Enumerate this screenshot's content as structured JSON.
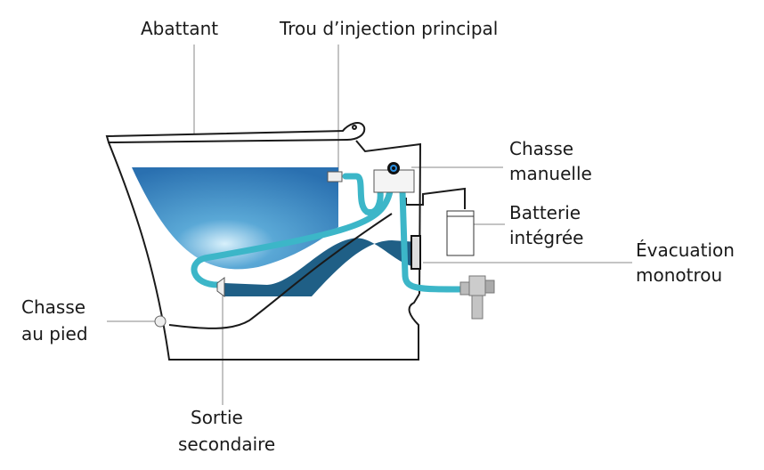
{
  "labels": {
    "abattant": "Abattant",
    "trou_injection": "Trou d’injection principal",
    "chasse_manuelle_1": "Chasse",
    "chasse_manuelle_2": "manuelle",
    "batterie_1": "Batterie",
    "batterie_2": "intégrée",
    "evacuation_1": "Évacuation",
    "evacuation_2": "monotrou",
    "chasse_pied_1": "Chasse",
    "chasse_pied_2": "au pied",
    "sortie_1": "Sortie",
    "sortie_2": "secondaire"
  },
  "colors": {
    "hose": "#3cb6c8",
    "water": "#3a86c0",
    "outline": "#1a1a1a",
    "leader": "#777777"
  }
}
